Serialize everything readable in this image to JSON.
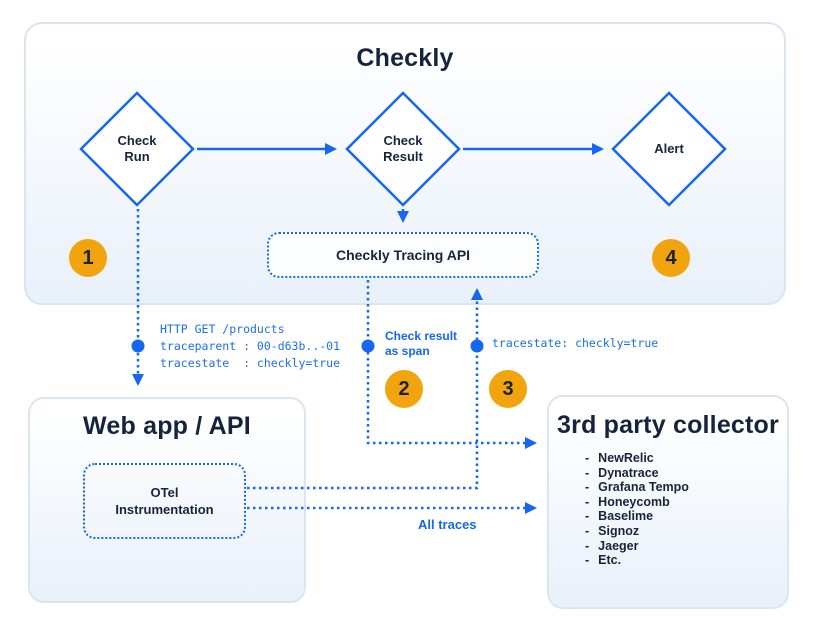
{
  "diagram": {
    "checkly": {
      "title": "Checkly",
      "check_run": "Check\nRun",
      "check_result": "Check\nResult",
      "alert": "Alert",
      "tracing_api": "Checkly Tracing API"
    },
    "steps": {
      "s1": "1",
      "s2": "2",
      "s3": "3",
      "s4": "4"
    },
    "annotations": {
      "http_request": "HTTP GET /products\ntraceparent : 00-d63b..-01\ntracestate  : checkly=true",
      "check_result_as_span": "Check result\nas span",
      "tracestate": "tracestate: checkly=true",
      "all_traces": "All traces"
    },
    "web_app": {
      "title": "Web app / API",
      "otel": "OTel\nInstrumentation"
    },
    "collector": {
      "title": "3rd party collector",
      "bullet": "-",
      "items": [
        "NewRelic",
        "Dynatrace",
        "Grafana Tempo",
        "Honeycomb",
        "Baselime",
        "Signoz",
        "Jaeger",
        "Etc."
      ]
    },
    "colors": {
      "accent_blue": "#1567ef",
      "badge_orange": "#f2a40e",
      "text_navy": "#17243c",
      "panel_border": "#d9e5f3",
      "panel_fill_bottom": "#e8f0f9"
    }
  }
}
